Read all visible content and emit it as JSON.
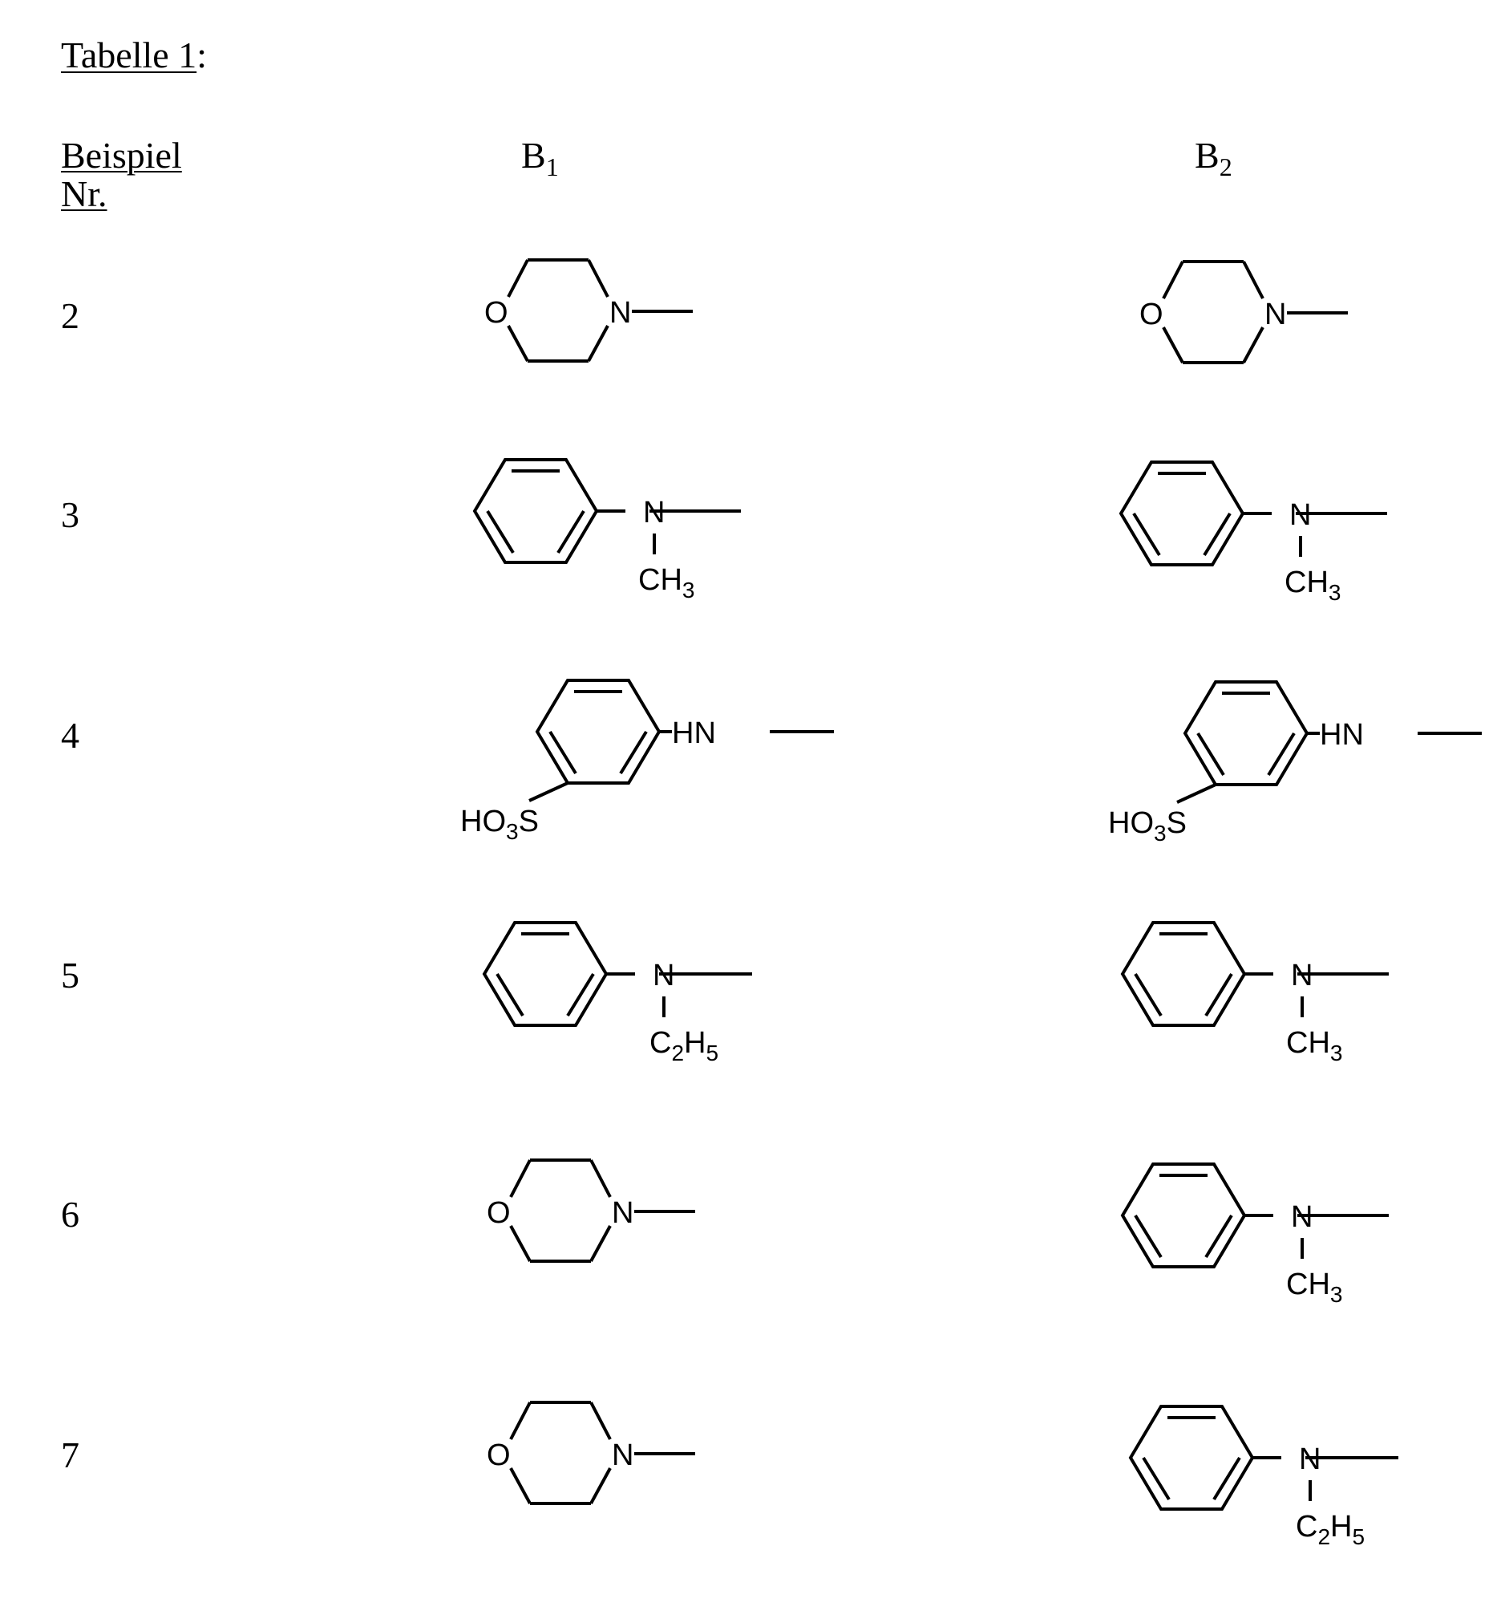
{
  "title": {
    "label": "Tabelle 1",
    "suffix": ":"
  },
  "header": {
    "example_line1": "Beispiel",
    "example_line2": "Nr.",
    "b1_letter": "B",
    "b1_index": "1",
    "b2_letter": "B",
    "b2_index": "2"
  },
  "rows": [
    {
      "nr": "2",
      "b1": "morpholino",
      "b2": "morpholino"
    },
    {
      "nr": "3",
      "b1": "N-methylanilino",
      "b2": "N-methylanilino"
    },
    {
      "nr": "4",
      "b1": "3-sulfoanilino",
      "b2": "3-sulfoanilino"
    },
    {
      "nr": "5",
      "b1": "N-ethylanilino",
      "b2": "N-methylanilino"
    },
    {
      "nr": "6",
      "b1": "morpholino",
      "b2": "N-methylanilino"
    },
    {
      "nr": "7",
      "b1": "morpholino",
      "b2": "N-ethylanilino"
    }
  ],
  "labels": {
    "O": "O",
    "N": "N",
    "HN": "HN",
    "CH": "CH",
    "three": "3",
    "C": "C",
    "two": "2",
    "H": "H",
    "five": "5",
    "HO": "HO",
    "S": "S"
  }
}
